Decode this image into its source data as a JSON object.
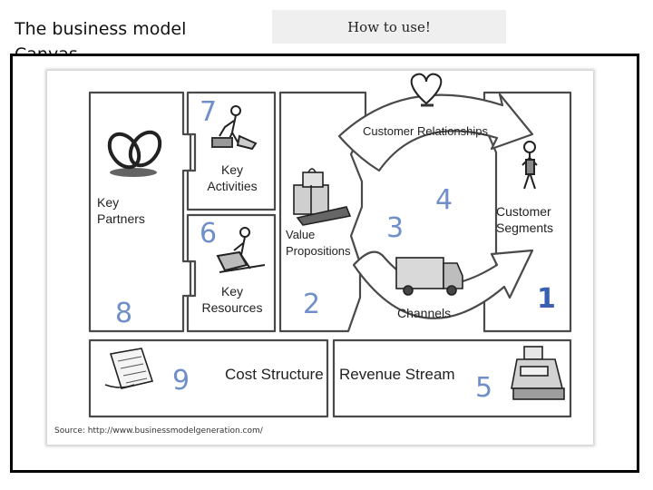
{
  "header": {
    "title": "The business model Canvas",
    "how_to_use": "How to use!"
  },
  "canvas": {
    "blocks": {
      "key_partners": {
        "label": "Key\nPartners",
        "number": "8"
      },
      "key_activities": {
        "label": "Key\nActivities",
        "number": "7"
      },
      "key_resources": {
        "label": "Key\nResources",
        "number": "6"
      },
      "value_propositions": {
        "label": "Value\nPropositions",
        "number": "2"
      },
      "customer_relationships": {
        "label": "Customer Relationships",
        "number": "4"
      },
      "channels": {
        "label": "Channels",
        "number": "3"
      },
      "customer_segments": {
        "label": "Customer\nSegments",
        "number": "1"
      },
      "cost_structure": {
        "label": "Cost Structure",
        "number": "9"
      },
      "revenue_stream": {
        "label": "Revenue Stream",
        "number": "5"
      }
    },
    "source": "Source: http://www.businessmodelgeneration.com/"
  },
  "colors": {
    "block_border": "#4a4a4a",
    "number": "#6f8fc9",
    "number_strong": "#3a5fb0"
  },
  "icons": [
    "chain-links-icon",
    "worker-icon",
    "gift-boxes-icon",
    "heart-icon",
    "truck-icon",
    "person-icon",
    "document-icon",
    "cash-register-icon"
  ]
}
